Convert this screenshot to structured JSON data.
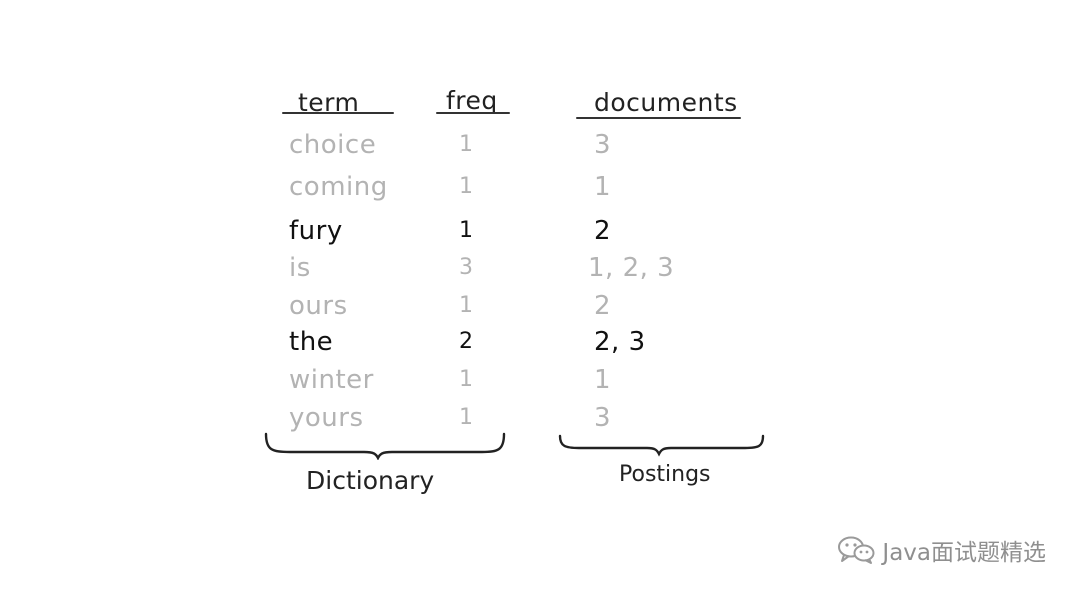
{
  "headers": {
    "term": "term",
    "freq": "freq",
    "documents": "documents"
  },
  "rows": [
    {
      "term": "choice",
      "freq": "1",
      "docs": "3",
      "highlight": false
    },
    {
      "term": "coming",
      "freq": "1",
      "docs": "1",
      "highlight": false
    },
    {
      "term": "fury",
      "freq": "1",
      "docs": "2",
      "highlight": true
    },
    {
      "term": "is",
      "freq": "3",
      "docs": "1, 2, 3",
      "highlight": false
    },
    {
      "term": "ours",
      "freq": "1",
      "docs": "2",
      "highlight": false
    },
    {
      "term": "the",
      "freq": "2",
      "docs": "2, 3",
      "highlight": true
    },
    {
      "term": "winter",
      "freq": "1",
      "docs": "1",
      "highlight": false
    },
    {
      "term": "yours",
      "freq": "1",
      "docs": "3",
      "highlight": false
    }
  ],
  "labels": {
    "dictionary": "Dictionary",
    "postings": "Postings"
  },
  "watermark": {
    "text": "Java面试题精选",
    "icon": "wechat-icon"
  },
  "colors": {
    "muted": "#b3b3b3",
    "highlight": "#111111",
    "ink": "#222222",
    "watermark": "#8f8f8f"
  }
}
